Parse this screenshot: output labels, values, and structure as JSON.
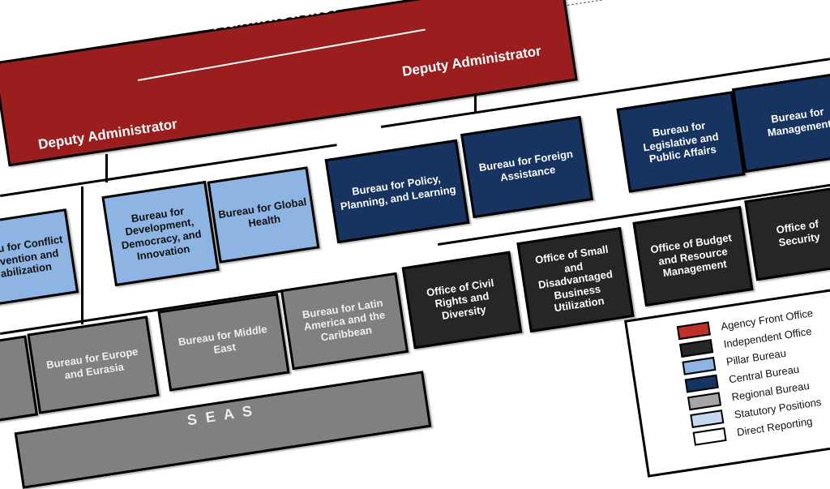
{
  "colors": {
    "agency_front_office": "#9b1e1e",
    "independent_office": "#262626",
    "pillar_bureau": "#8db4e2",
    "central_bureau": "#17335f",
    "regional_bureau": "#808080",
    "statutory_positions": "#a6a6a6",
    "direct_reporting": "#c5d9f1"
  },
  "front_office": {
    "title": "Administrator",
    "deputy_right": "Deputy Administrator",
    "deputy_left": "Deputy Administrator"
  },
  "central": {
    "policy": "Bureau for Policy, Planning, and Learning",
    "foreign_assistance": "Bureau for Foreign Assistance",
    "legislative": "Bureau for Legislative and Public Affairs",
    "management": "Bureau for Management"
  },
  "pillar": {
    "conflict": "reau for Conflict revention and abilization",
    "ddi": "Bureau for Development, Democracy, and Innovation",
    "global_health": "Bureau for Global Health"
  },
  "independent": {
    "civil_rights": "Office of Civil Rights and Diversity",
    "small_business": "Office of Small and Disadvantaged Business Utilization",
    "budget": "Office of Budget and Resource Management",
    "security": "Office of Security"
  },
  "regional": {
    "europe": "Bureau for Europe and Eurasia",
    "middle_east": "Bureau for Middle East",
    "latin_america": "Bureau for Latin America and the Caribbean",
    "overseas": "S E A S"
  },
  "legend": {
    "items": [
      "Agency Front Office",
      "Independent Office",
      "Pillar Bureau",
      "Central Bureau",
      "Regional Bureau",
      "Statutory Positions",
      "Direct Reporting"
    ]
  }
}
